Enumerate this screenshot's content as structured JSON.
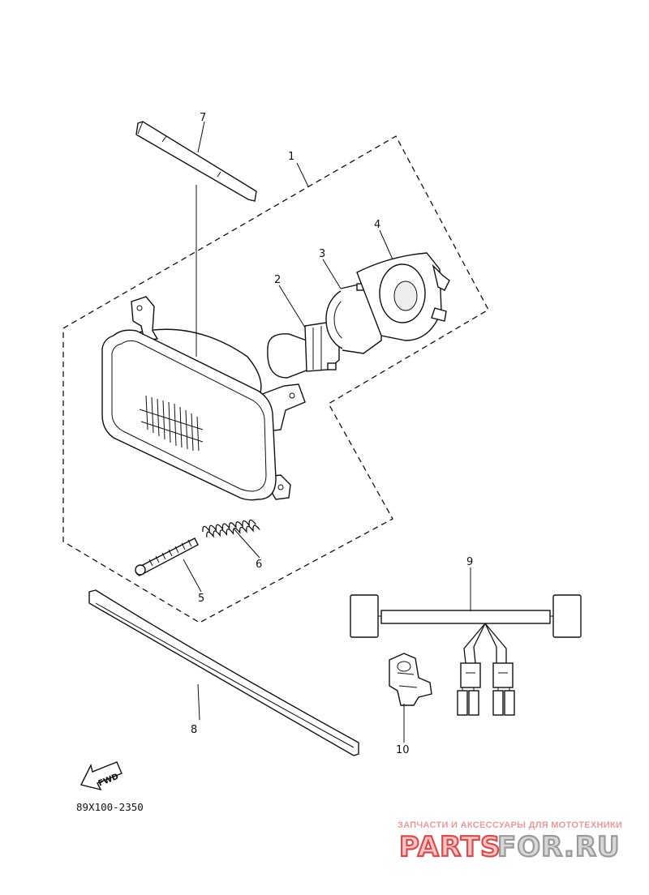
{
  "diagram": {
    "code": "89X100-2350",
    "fwd_label": "FWD",
    "callouts": [
      {
        "id": "1",
        "label": "1"
      },
      {
        "id": "2",
        "label": "2"
      },
      {
        "id": "3",
        "label": "3"
      },
      {
        "id": "4",
        "label": "4"
      },
      {
        "id": "5",
        "label": "5"
      },
      {
        "id": "6",
        "label": "6"
      },
      {
        "id": "7",
        "label": "7"
      },
      {
        "id": "8",
        "label": "8"
      },
      {
        "id": "9",
        "label": "9"
      },
      {
        "id": "10",
        "label": "10"
      }
    ]
  },
  "watermark": {
    "tagline": "ЗАПЧАСТИ И АКСЕССУАРЫ ДЛЯ МОТОТЕХНИКИ",
    "brand_left": "PARTS",
    "brand_right": "FOR.RU",
    "color_left": "#d94c4c",
    "color_right": "#9a9a9a"
  }
}
